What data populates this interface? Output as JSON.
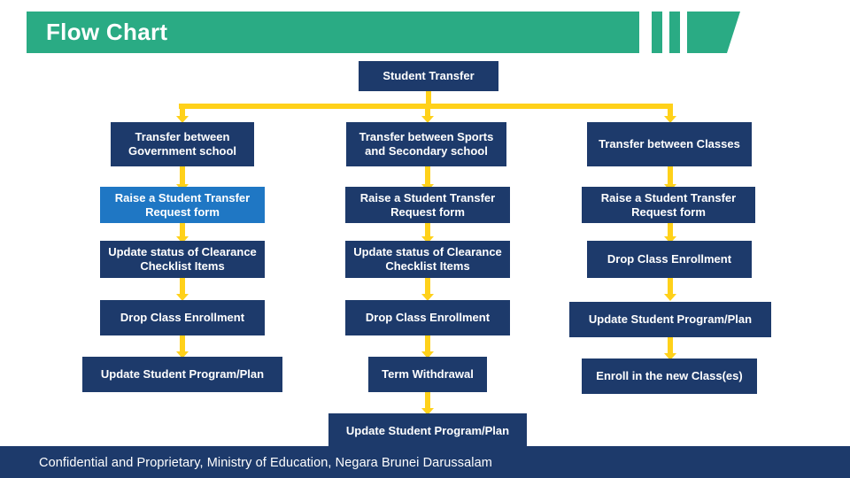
{
  "header": {
    "title": "Flow Chart"
  },
  "footer": {
    "text": "Confidential and Proprietary, Ministry of Education, Negara Brunei Darussalam"
  },
  "colors": {
    "header_green": "#2aab84",
    "node_navy": "#1d3a6b",
    "node_blue": "#1f77c4",
    "arrow_yellow": "#ffd11a",
    "footer_navy": "#1d3a6b"
  },
  "chart_data": {
    "type": "flowchart",
    "title": "Flow Chart",
    "root": "Student Transfer",
    "branches": [
      {
        "name": "Transfer between Government school",
        "steps": [
          "Transfer between Government school",
          "Raise a Student Transfer Request form",
          "Update status of Clearance Checklist Items",
          "Drop Class Enrollment",
          "Update Student Program/Plan"
        ]
      },
      {
        "name": "Transfer between Sports and Secondary school",
        "steps": [
          "Transfer between Sports and Secondary school",
          "Raise a Student Transfer Request form",
          "Update status of Clearance Checklist Items",
          "Drop Class Enrollment",
          "Term Withdrawal",
          "Update Student Program/Plan"
        ]
      },
      {
        "name": "Transfer between Classes",
        "steps": [
          "Transfer between Classes",
          "Raise a Student Transfer Request form",
          "Drop Class Enrollment",
          "Update Student Program/Plan",
          "Enroll in the new Class(es)"
        ]
      }
    ]
  },
  "nodes": {
    "root": "Student Transfer",
    "col1": {
      "n1": "Transfer between Government school",
      "n2": "Raise a Student Transfer Request form",
      "n3": "Update status of Clearance Checklist Items",
      "n4": "Drop Class Enrollment",
      "n5": "Update Student Program/Plan"
    },
    "col2": {
      "n1": "Transfer between Sports and Secondary school",
      "n2": "Raise a Student Transfer Request form",
      "n3": "Update status of Clearance Checklist Items",
      "n4": "Drop Class Enrollment",
      "n5": "Term Withdrawal",
      "n6": "Update Student Program/Plan"
    },
    "col3": {
      "n1": "Transfer between Classes",
      "n2": "Raise a Student Transfer Request form",
      "n3": "Drop Class Enrollment",
      "n4": "Update Student Program/Plan",
      "n5": "Enroll in the new Class(es)"
    }
  }
}
